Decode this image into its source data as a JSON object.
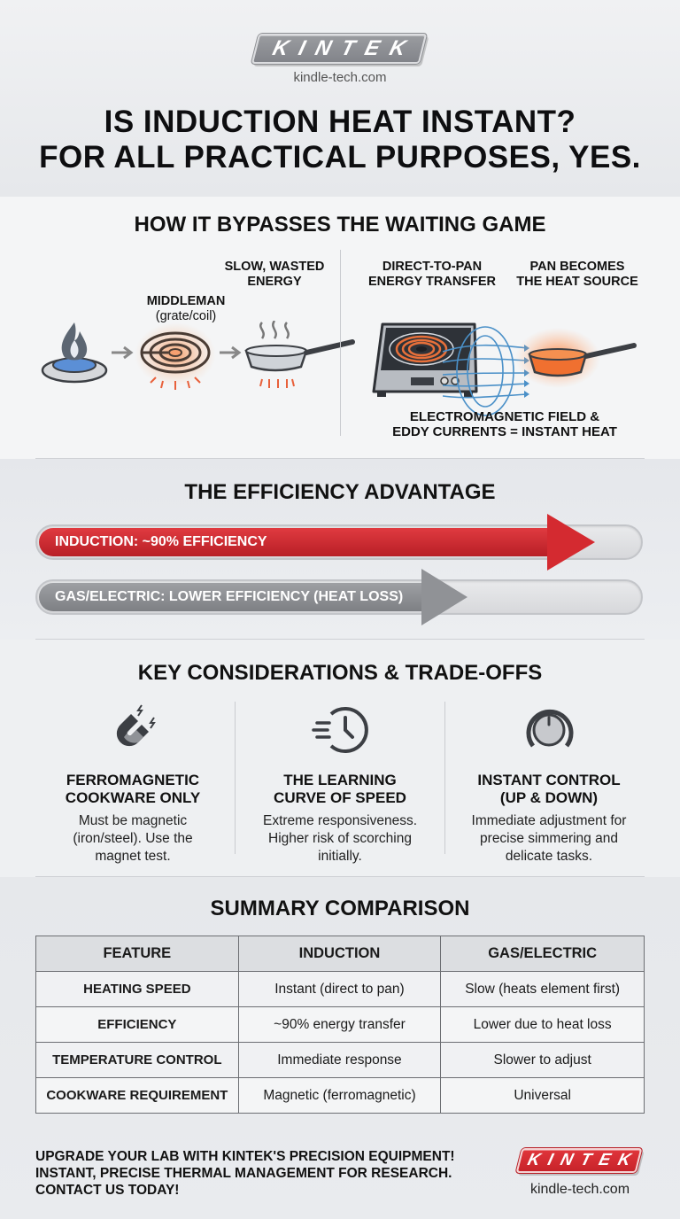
{
  "header": {
    "logo_text": "KINTEK",
    "website": "kindle-tech.com",
    "title_line1": "IS INDUCTION HEAT INSTANT?",
    "title_line2": "FOR ALL PRACTICAL PURPOSES, YES."
  },
  "bypass_section": {
    "title": "HOW IT BYPASSES THE WAITING GAME",
    "traditional": {
      "middleman_label": "MIDDLEMAN",
      "middleman_sub": "(grate/coil)",
      "wasted_label_line1": "SLOW, WASTED",
      "wasted_label_line2": "ENERGY",
      "icons": [
        "gas-burner-icon",
        "electric-coil-icon",
        "pan-icon"
      ]
    },
    "induction": {
      "direct_label_line1": "DIRECT-TO-PAN",
      "direct_label_line2": "ENERGY TRANSFER",
      "pan_label_line1": "PAN BECOMES",
      "pan_label_line2": "THE HEAT SOURCE",
      "field_label_line1": "ELECTROMAGNETIC FIELD &",
      "field_label_line2": "EDDY CURRENTS = INSTANT HEAT",
      "icons": [
        "induction-cooktop-icon",
        "magnetic-field-icon",
        "hot-pan-icon"
      ]
    }
  },
  "efficiency_section": {
    "title": "THE EFFICIENCY ADVANTAGE",
    "bars": [
      {
        "label": "INDUCTION: ~90% EFFICIENCY",
        "color": "#d42a30"
      },
      {
        "label": "GAS/ELECTRIC: LOWER EFFICIENCY (HEAT LOSS)",
        "color": "#8d8f93"
      }
    ]
  },
  "considerations_section": {
    "title": "KEY CONSIDERATIONS & TRADE-OFFS",
    "items": [
      {
        "icon": "magnet-icon",
        "title_line1": "FERROMAGNETIC",
        "title_line2": "COOKWARE ONLY",
        "text_line1": "Must be magnetic",
        "text_line2": "(iron/steel). Use the",
        "text_line3": "magnet test."
      },
      {
        "icon": "fast-clock-icon",
        "title_line1": "THE LEARNING",
        "title_line2": "CURVE OF SPEED",
        "text_line1": "Extreme responsiveness.",
        "text_line2": "Higher risk of scorching",
        "text_line3": "initially."
      },
      {
        "icon": "control-knob-icon",
        "title_line1": "INSTANT CONTROL",
        "title_line2": "(UP & DOWN)",
        "text_line1": "Immediate adjustment for",
        "text_line2": "precise simmering and",
        "text_line3": "delicate tasks."
      }
    ]
  },
  "summary_section": {
    "title": "SUMMARY COMPARISON",
    "headers": [
      "FEATURE",
      "INDUCTION",
      "GAS/ELECTRIC"
    ],
    "rows": [
      [
        "HEATING SPEED",
        "Instant (direct to pan)",
        "Slow (heats element first)"
      ],
      [
        "EFFICIENCY",
        "~90% energy transfer",
        "Lower due to heat loss"
      ],
      [
        "TEMPERATURE CONTROL",
        "Immediate response",
        "Slower to adjust"
      ],
      [
        "COOKWARE REQUIREMENT",
        "Magnetic (ferromagnetic)",
        "Universal"
      ]
    ]
  },
  "footer": {
    "cta_line1": "UPGRADE YOUR LAB WITH KINTEK'S PRECISION EQUIPMENT!",
    "cta_line2": "INSTANT, PRECISE THERMAL MANAGEMENT FOR RESEARCH.",
    "cta_line3": "CONTACT US TODAY!",
    "logo_text": "KINTEK",
    "website": "kindle-tech.com"
  },
  "colors": {
    "accent_red": "#d42a30",
    "gray_bar": "#8d8f93",
    "field_blue": "#4a90c8",
    "heat_orange": "#f07030"
  }
}
